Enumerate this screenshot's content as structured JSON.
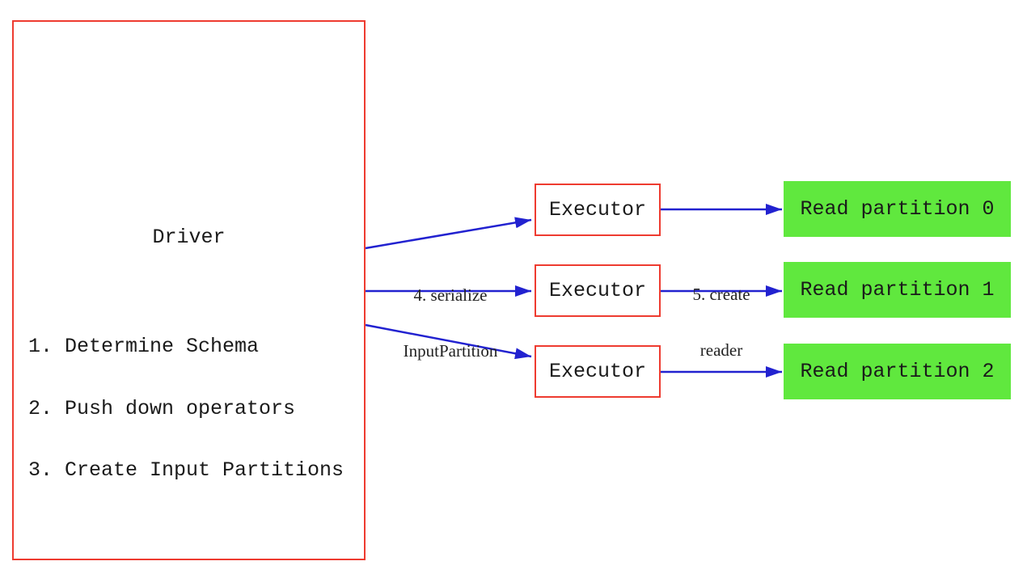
{
  "diagram": {
    "driver": {
      "title": "Driver",
      "steps": [
        "1. Determine Schema",
        "2. Push down operators",
        "3. Create Input Partitions"
      ]
    },
    "executors": [
      {
        "label": "Executor"
      },
      {
        "label": "Executor"
      },
      {
        "label": "Executor"
      }
    ],
    "partitions": [
      {
        "label": "Read partition 0"
      },
      {
        "label": "Read partition 1"
      },
      {
        "label": "Read partition 2"
      }
    ],
    "edge_labels": {
      "serialize": {
        "lines": [
          "4. serialize",
          "InputPartition"
        ]
      },
      "create_reader": {
        "lines": [
          "5. create",
          "reader"
        ]
      }
    },
    "colors": {
      "box_border": "#ee3b30",
      "arrow": "#2222d0",
      "partition_fill": "#60e83e",
      "text": "#1a1a1a"
    }
  }
}
